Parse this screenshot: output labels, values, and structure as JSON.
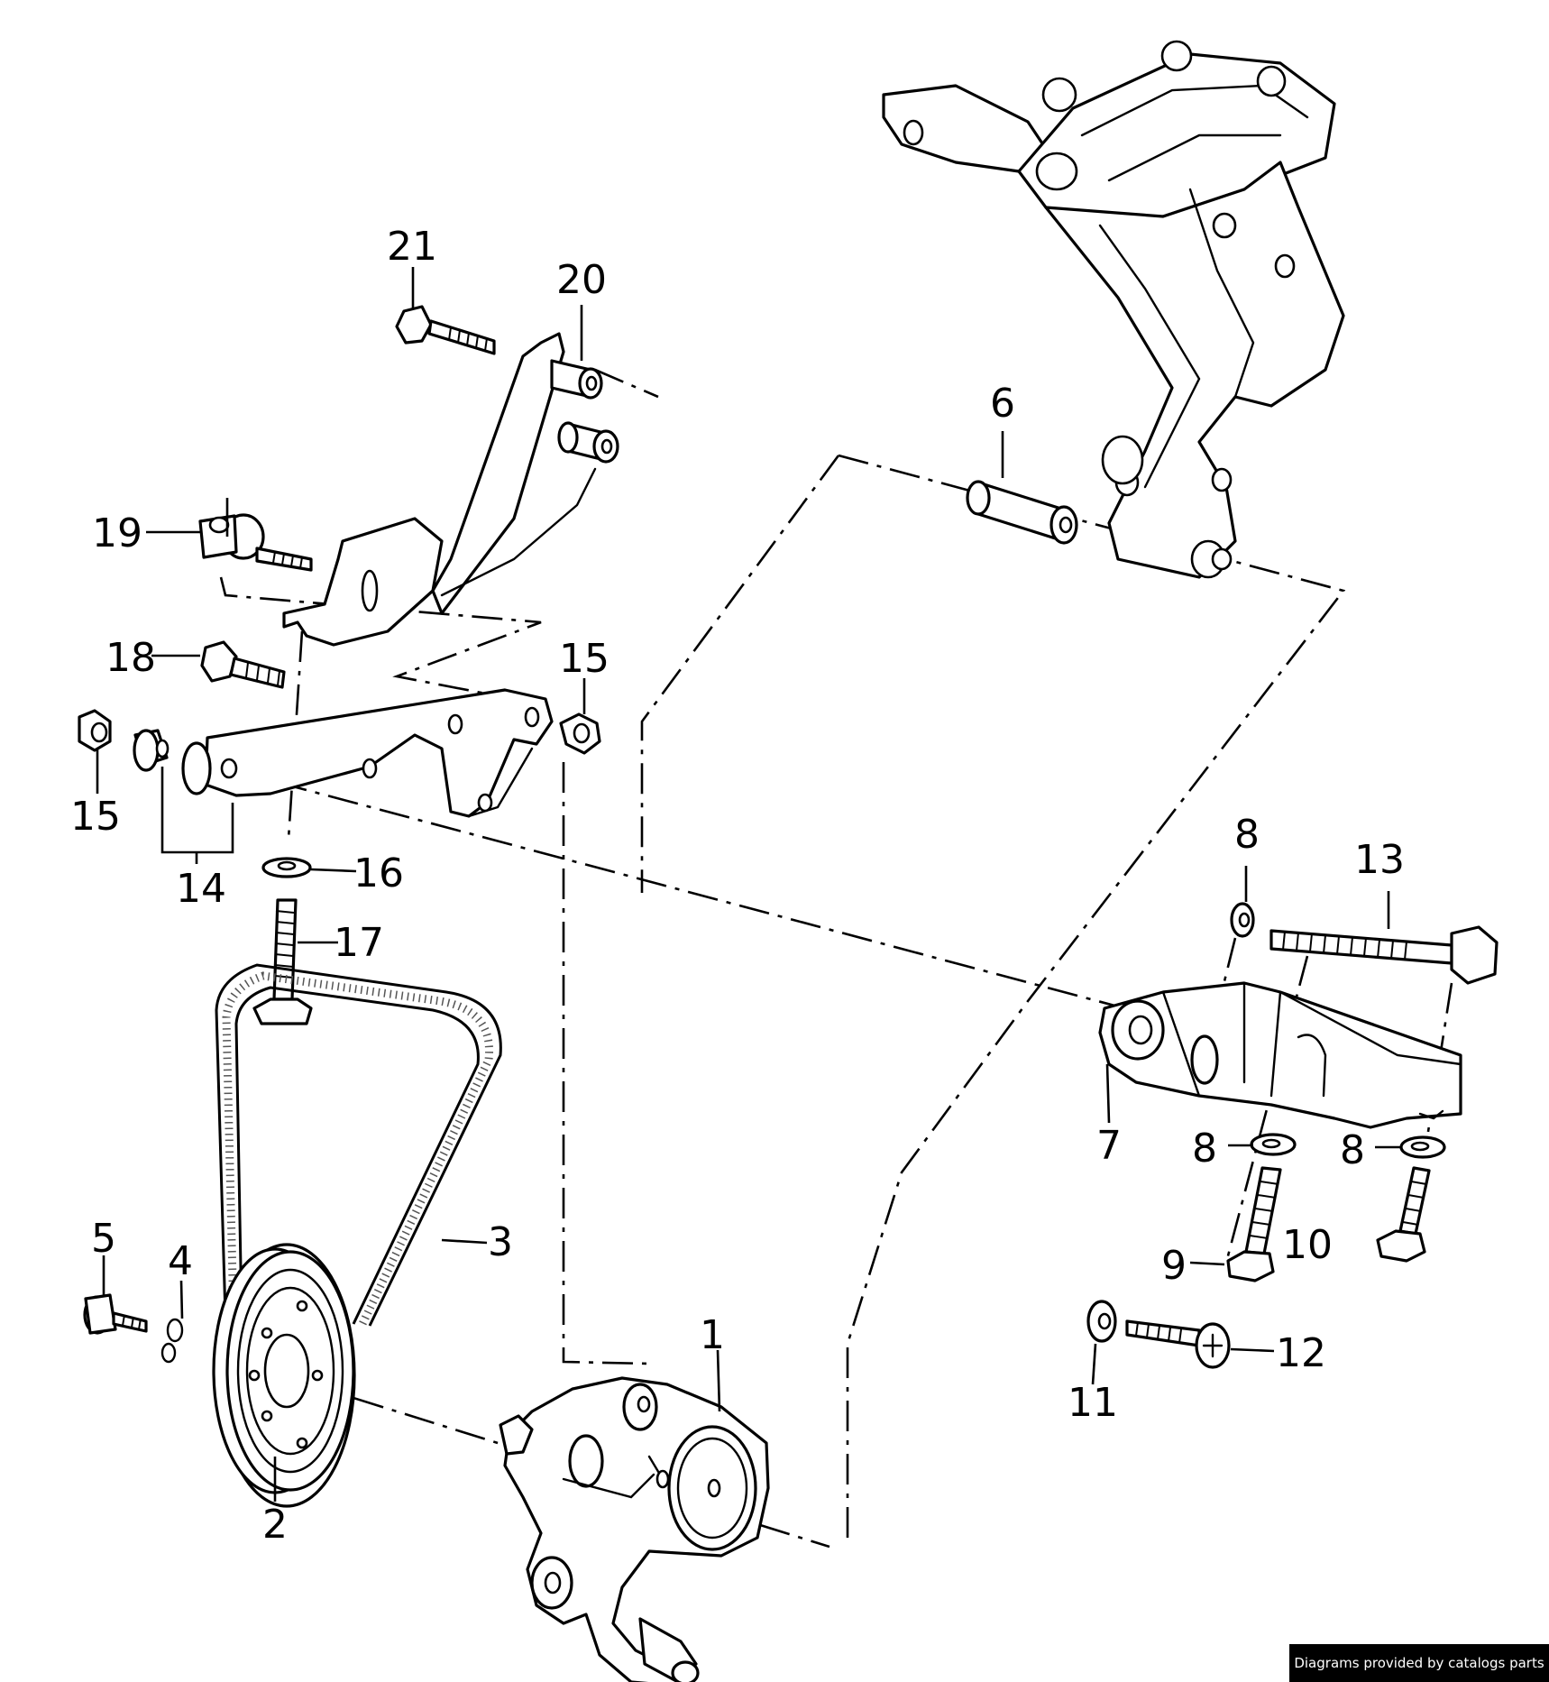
{
  "callouts": [
    {
      "id": "c1",
      "label": "1"
    },
    {
      "id": "c2",
      "label": "2"
    },
    {
      "id": "c3",
      "label": "3"
    },
    {
      "id": "c4",
      "label": "4"
    },
    {
      "id": "c5",
      "label": "5"
    },
    {
      "id": "c6",
      "label": "6"
    },
    {
      "id": "c7",
      "label": "7"
    },
    {
      "id": "c8a",
      "label": "8"
    },
    {
      "id": "c8b",
      "label": "8"
    },
    {
      "id": "c8c",
      "label": "8"
    },
    {
      "id": "c9",
      "label": "9"
    },
    {
      "id": "c10",
      "label": "10"
    },
    {
      "id": "c11",
      "label": "11"
    },
    {
      "id": "c12",
      "label": "12"
    },
    {
      "id": "c13",
      "label": "13"
    },
    {
      "id": "c14",
      "label": "14"
    },
    {
      "id": "c15a",
      "label": "15"
    },
    {
      "id": "c15b",
      "label": "15"
    },
    {
      "id": "c16",
      "label": "16"
    },
    {
      "id": "c17",
      "label": "17"
    },
    {
      "id": "c18",
      "label": "18"
    },
    {
      "id": "c19",
      "label": "19"
    },
    {
      "id": "c20",
      "label": "20"
    },
    {
      "id": "c21",
      "label": "21"
    }
  ],
  "credit": "Diagrams provided by catalogs parts"
}
